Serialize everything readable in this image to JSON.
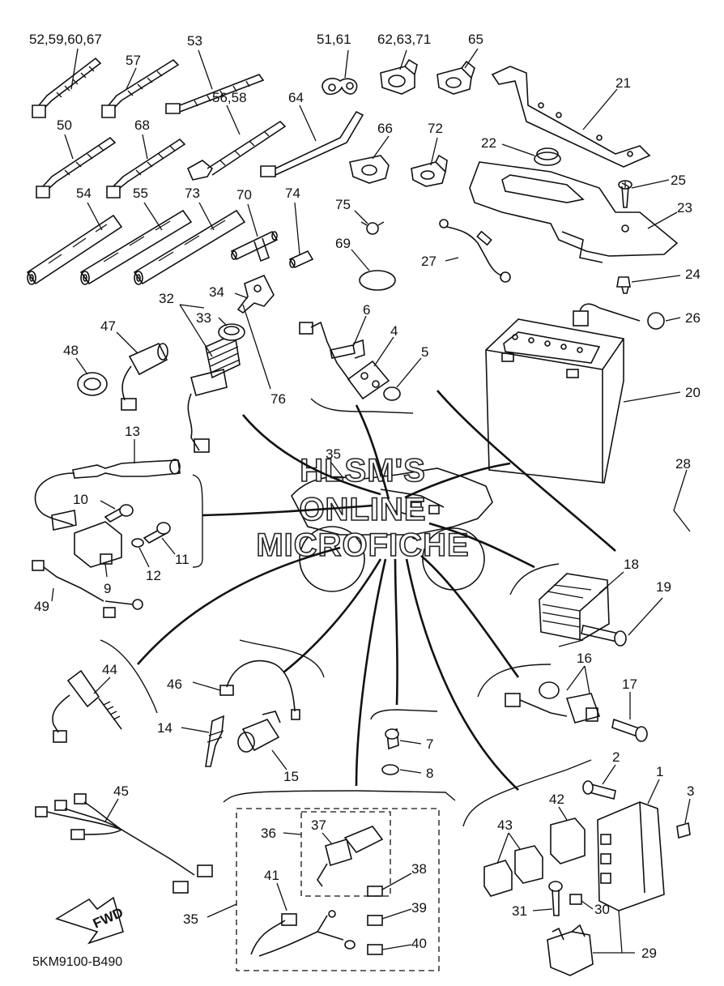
{
  "diagram": {
    "code": "5KM9100-B490",
    "fwd_label": "FWD",
    "watermark": [
      "HLSM'S",
      "ONLINE",
      "MICROFICHE"
    ],
    "callouts": [
      {
        "id": "c-52-59-60-67",
        "text": "52,59,60,67"
      },
      {
        "id": "c-57",
        "text": "57"
      },
      {
        "id": "c-53",
        "text": "53"
      },
      {
        "id": "c-51-61",
        "text": "51,61"
      },
      {
        "id": "c-62-63-71",
        "text": "62,63,71"
      },
      {
        "id": "c-65",
        "text": "65"
      },
      {
        "id": "c-21",
        "text": "21"
      },
      {
        "id": "c-50",
        "text": "50"
      },
      {
        "id": "c-68",
        "text": "68"
      },
      {
        "id": "c-56-58",
        "text": "56,58"
      },
      {
        "id": "c-64",
        "text": "64"
      },
      {
        "id": "c-66",
        "text": "66"
      },
      {
        "id": "c-72",
        "text": "72"
      },
      {
        "id": "c-22",
        "text": "22"
      },
      {
        "id": "c-25",
        "text": "25"
      },
      {
        "id": "c-23",
        "text": "23"
      },
      {
        "id": "c-24",
        "text": "24"
      },
      {
        "id": "c-54",
        "text": "54"
      },
      {
        "id": "c-55",
        "text": "55"
      },
      {
        "id": "c-73",
        "text": "73"
      },
      {
        "id": "c-70",
        "text": "70"
      },
      {
        "id": "c-74",
        "text": "74"
      },
      {
        "id": "c-75",
        "text": "75"
      },
      {
        "id": "c-69",
        "text": "69"
      },
      {
        "id": "c-27",
        "text": "27"
      },
      {
        "id": "c-34",
        "text": "34"
      },
      {
        "id": "c-32",
        "text": "32"
      },
      {
        "id": "c-33",
        "text": "33"
      },
      {
        "id": "c-47",
        "text": "47"
      },
      {
        "id": "c-48",
        "text": "48"
      },
      {
        "id": "c-6",
        "text": "6"
      },
      {
        "id": "c-4",
        "text": "4"
      },
      {
        "id": "c-5",
        "text": "5"
      },
      {
        "id": "c-26",
        "text": "26"
      },
      {
        "id": "c-76",
        "text": "76"
      },
      {
        "id": "c-20",
        "text": "20"
      },
      {
        "id": "c-13",
        "text": "13"
      },
      {
        "id": "c-35a",
        "text": "35"
      },
      {
        "id": "c-28",
        "text": "28"
      },
      {
        "id": "c-10",
        "text": "10"
      },
      {
        "id": "c-11",
        "text": "11"
      },
      {
        "id": "c-12",
        "text": "12"
      },
      {
        "id": "c-9",
        "text": "9"
      },
      {
        "id": "c-49",
        "text": "49"
      },
      {
        "id": "c-18",
        "text": "18"
      },
      {
        "id": "c-19",
        "text": "19"
      },
      {
        "id": "c-44",
        "text": "44"
      },
      {
        "id": "c-46",
        "text": "46"
      },
      {
        "id": "c-14",
        "text": "14"
      },
      {
        "id": "c-15",
        "text": "15"
      },
      {
        "id": "c-16",
        "text": "16"
      },
      {
        "id": "c-17",
        "text": "17"
      },
      {
        "id": "c-7",
        "text": "7"
      },
      {
        "id": "c-8",
        "text": "8"
      },
      {
        "id": "c-2",
        "text": "2"
      },
      {
        "id": "c-1",
        "text": "1"
      },
      {
        "id": "c-3",
        "text": "3"
      },
      {
        "id": "c-45",
        "text": "45"
      },
      {
        "id": "c-36",
        "text": "36"
      },
      {
        "id": "c-37",
        "text": "37"
      },
      {
        "id": "c-42",
        "text": "42"
      },
      {
        "id": "c-43",
        "text": "43"
      },
      {
        "id": "c-41",
        "text": "41"
      },
      {
        "id": "c-38",
        "text": "38"
      },
      {
        "id": "c-39",
        "text": "39"
      },
      {
        "id": "c-40",
        "text": "40"
      },
      {
        "id": "c-31",
        "text": "31"
      },
      {
        "id": "c-30",
        "text": "30"
      },
      {
        "id": "c-29",
        "text": "29"
      },
      {
        "id": "c-35b",
        "text": "35"
      }
    ]
  }
}
